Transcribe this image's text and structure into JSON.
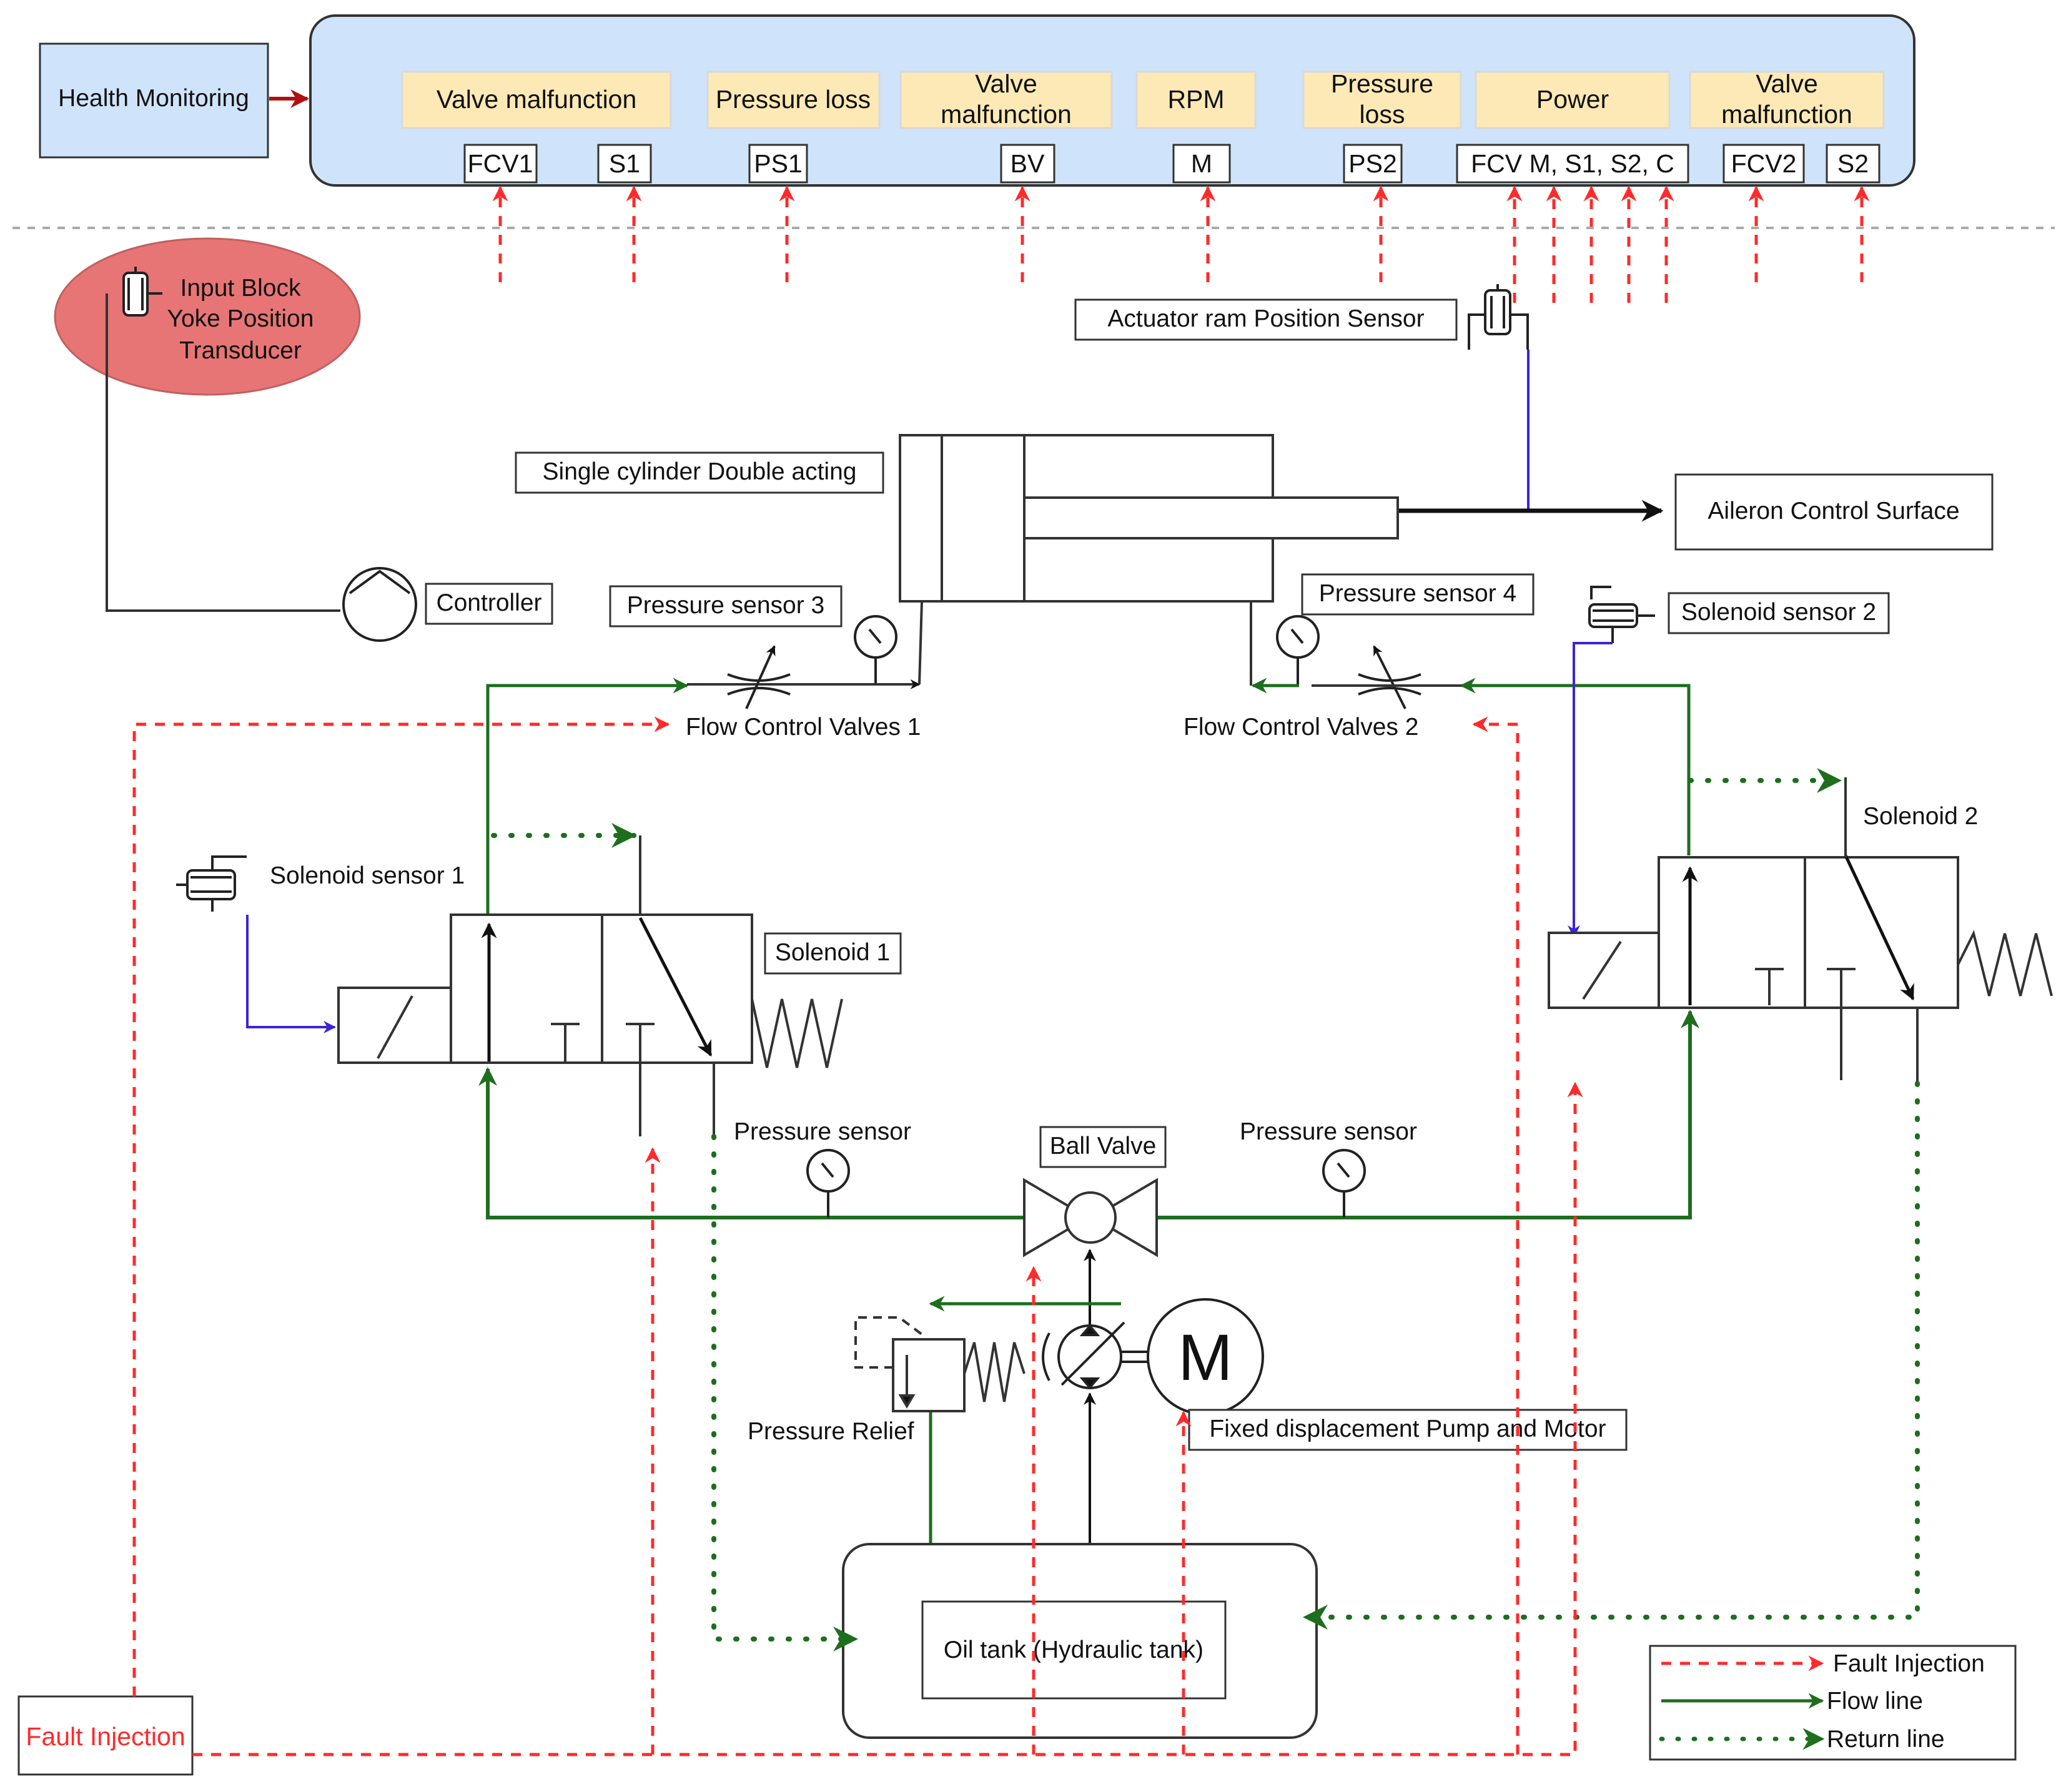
{
  "colors": {
    "fault": "#ff2a2a",
    "flow": "#1d6e1d",
    "return": "#1d6e1d",
    "signal": "#3b23d9",
    "monitor_bg": "#cfe4fa",
    "cell_bg": "#fde9b6",
    "health_bg": "#cfe4fa",
    "yoke_fill": "#e87575",
    "dark_arrow": "#b01010"
  },
  "health_monitoring": "Health Monitoring",
  "monitor_cells": {
    "c1": "Valve malfunction",
    "c2": "Pressure loss",
    "c3a": "Valve",
    "c3b": "malfunction",
    "c4": "RPM",
    "c5a": "Pressure",
    "c5b": "loss",
    "c6": "Power",
    "c7a": "Valve",
    "c7b": "malfunction"
  },
  "codes": {
    "fcv1": "FCV1",
    "s1": "S1",
    "ps1": "PS1",
    "bv": "BV",
    "m": "M",
    "ps2": "PS2",
    "power": "FCV M, S1, S2, C",
    "fcv2": "FCV2",
    "s2": "S2"
  },
  "labels": {
    "yoke_l1": "Input Block",
    "yoke_l2": "Yoke  Position",
    "yoke_l3": "Transducer",
    "actuator_sensor": "Actuator ram Position Sensor",
    "cylinder": "Single cylinder Double acting",
    "aileron": "Aileron Control Surface",
    "controller": "Controller",
    "pressure_sensor_3": "Pressure sensor 3",
    "pressure_sensor_4": "Pressure sensor 4",
    "solenoid_sensor_2": "Solenoid sensor 2",
    "fcv1": "Flow Control Valves 1",
    "fcv2": "Flow Control Valves 2",
    "solenoid_2": "Solenoid 2",
    "solenoid_sensor_1": "Solenoid sensor 1",
    "solenoid_1": "Solenoid 1",
    "pressure_sensor_left": "Pressure sensor",
    "pressure_sensor_right": "Pressure sensor",
    "ball_valve": "Ball Valve",
    "motor_symbol": "M",
    "pressure_relief": "Pressure Relief",
    "pump_motor": "Fixed displacement Pump and Motor",
    "oil_tank": "Oil tank (Hydraulic tank)",
    "fault_injection": "Fault Injection"
  },
  "legend": {
    "fault": "Fault Injection",
    "flow": "Flow line",
    "return": "Return line"
  }
}
